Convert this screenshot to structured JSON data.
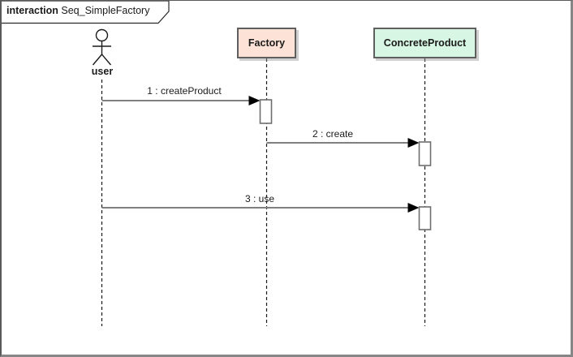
{
  "diagram": {
    "type": "uml-sequence-diagram",
    "frame": {
      "keyword": "interaction",
      "name": "Seq_SimpleFactory"
    },
    "lifelines": [
      {
        "id": "user",
        "label": "user",
        "kind": "actor"
      },
      {
        "id": "factory",
        "label": "Factory",
        "kind": "participant",
        "fill": "#fde3d7"
      },
      {
        "id": "concrete_product",
        "label": "ConcreteProduct",
        "kind": "participant",
        "fill": "#d7f6e3"
      }
    ],
    "messages": [
      {
        "seq": "1",
        "label": "1 : createProduct",
        "from": "user",
        "to": "factory",
        "style": "solid-filled-arrow"
      },
      {
        "seq": "2",
        "label": "2 : create",
        "from": "factory",
        "to": "concrete_product",
        "style": "solid-filled-arrow"
      },
      {
        "seq": "3",
        "label": "3 : use",
        "from": "user",
        "to": "concrete_product",
        "style": "solid-filled-arrow"
      }
    ],
    "colors": {
      "factory_fill": "#fde3d7",
      "concrete_product_fill": "#d7f6e3",
      "participant_border": "#5f5f5f",
      "message_line": "#7f7f7f",
      "arrowhead": "#000000",
      "lifeline": "#1a1a1a",
      "activation_fill": "#ffffff",
      "activation_border": "#6e6e6e",
      "frame_border": "#868686",
      "background": "#ffffff"
    }
  }
}
